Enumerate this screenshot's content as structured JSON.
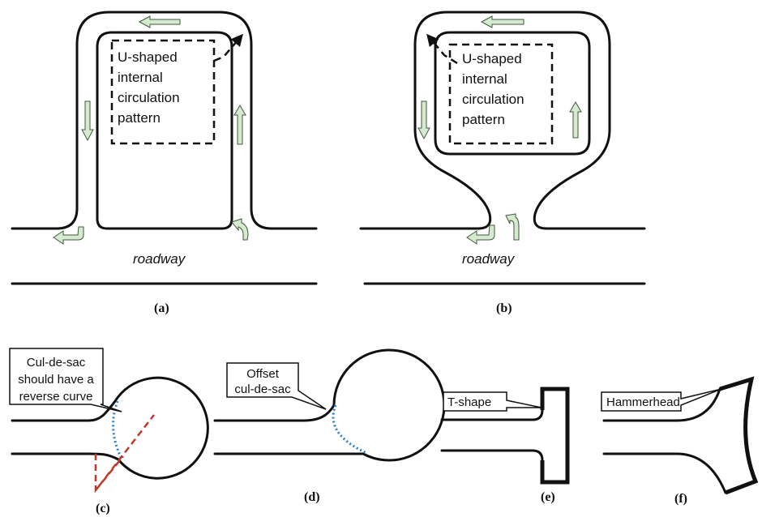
{
  "panel_a": {
    "box_text": [
      "U-shaped",
      "internal",
      "circulation",
      "pattern"
    ],
    "road": "roadway",
    "caption": "(a)"
  },
  "panel_b": {
    "box_text": [
      "U-shaped",
      "internal",
      "circulation",
      "pattern"
    ],
    "road": "roadway",
    "caption": "(b)"
  },
  "panel_c": {
    "callout": [
      "Cul-de-sac",
      "should have a",
      "reverse curve"
    ],
    "caption": "(c)"
  },
  "panel_d": {
    "callout": [
      "Offset",
      "cul-de-sac"
    ],
    "caption": "(d)"
  },
  "panel_e": {
    "callout": "T-shape",
    "caption": "(e)"
  },
  "panel_f": {
    "callout": "Hammerhead",
    "caption": "(f)"
  },
  "colors": {
    "arrow_fill": "#d6ead0",
    "blue_dotted": "#2e7ec6",
    "red_dashed": "#c0392b"
  }
}
